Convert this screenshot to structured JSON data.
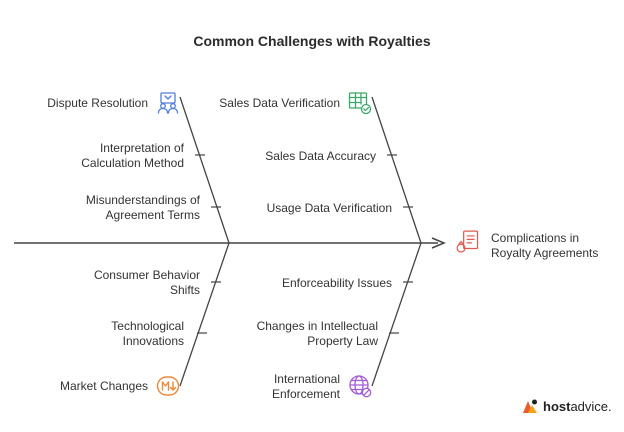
{
  "title": "Common Challenges with Royalties",
  "effect": {
    "line1": "Complications in",
    "line2": "Royalty Agreements",
    "icon": "contract-icon",
    "color": "#e05a4f"
  },
  "upper_left": [
    {
      "lines": [
        "Dispute Resolution"
      ],
      "icon": "people-dispute-icon",
      "color": "#4f7fd6"
    },
    {
      "lines": [
        "Interpretation of",
        "Calculation Method"
      ]
    },
    {
      "lines": [
        "Misunderstandings of",
        "Agreement Terms"
      ]
    }
  ],
  "upper_right": [
    {
      "lines": [
        "Sales Data Verification"
      ],
      "icon": "spreadsheet-check-icon",
      "color": "#3aa86b"
    },
    {
      "lines": [
        "Sales Data Accuracy"
      ]
    },
    {
      "lines": [
        "Usage Data Verification"
      ]
    }
  ],
  "lower_left": [
    {
      "lines": [
        "Consumer Behavior",
        "Shifts"
      ]
    },
    {
      "lines": [
        "Technological",
        "Innovations"
      ]
    },
    {
      "lines": [
        "Market Changes"
      ],
      "icon": "market-down-icon",
      "color": "#e8883a"
    }
  ],
  "lower_right": [
    {
      "lines": [
        "Enforceability Issues"
      ]
    },
    {
      "lines": [
        "Changes in Intellectual",
        "Property Law"
      ]
    },
    {
      "lines": [
        "International",
        "Enforcement"
      ],
      "icon": "globe-blocked-icon",
      "color": "#a45bd6"
    }
  ],
  "brand": {
    "host": "host",
    "advice": "advice."
  },
  "colors": {
    "line": "#444444"
  }
}
